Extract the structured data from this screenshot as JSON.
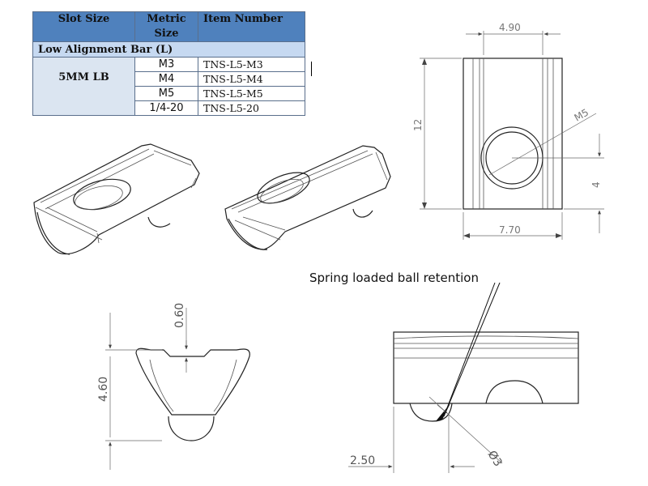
{
  "table": {
    "headers": [
      "Slot Size",
      "Metric\nSize",
      "Item Number"
    ],
    "header_metric_line1": "Metric",
    "header_metric_line2": "Size",
    "group_label": "Low Alignment Bar (L)",
    "slot_size": "5MM LB",
    "rows": [
      {
        "metric": "M3",
        "item": "TNS-L5-M3"
      },
      {
        "metric": "M4",
        "item": "TNS-L5-M4"
      },
      {
        "metric": "M5",
        "item": "TNS-L5-M5"
      },
      {
        "metric": "1/4-20",
        "item": "TNS-L5-20"
      }
    ],
    "colors": {
      "header": "#4f81bd",
      "group": "#c6d9f1",
      "slot_cell": "#dbe5f1"
    }
  },
  "dimensions": {
    "top_view": {
      "width": "4.90",
      "thread": "M5",
      "height": "12",
      "hole_offset": "4",
      "base_width": "7.70"
    },
    "end_view": {
      "lip": "0.60",
      "height": "4.60"
    },
    "side_view": {
      "offset": "2.50",
      "ball_diameter": "Ø3"
    }
  },
  "callout": "Spring loaded ball retention"
}
